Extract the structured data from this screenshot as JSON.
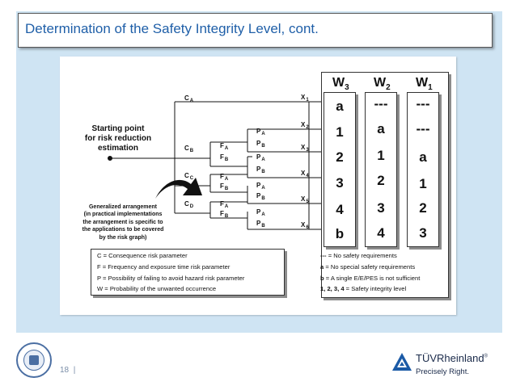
{
  "title": "Determination of the Safety Integrity Level, cont.",
  "diagram": {
    "start_label": [
      "Starting point",
      "for risk reduction",
      "estimation"
    ],
    "generalized_note": [
      "Generalized arrangement",
      "(in practical implementations",
      "the arrangement is specific to",
      "the applications to be covered",
      "by the risk graph)"
    ],
    "c_nodes": [
      {
        "main": "C",
        "sub": "A"
      },
      {
        "main": "C",
        "sub": "B"
      },
      {
        "main": "C",
        "sub": "C"
      },
      {
        "main": "C",
        "sub": "D"
      }
    ],
    "x_nodes": [
      {
        "main": "X",
        "sub": "1"
      },
      {
        "main": "X",
        "sub": "2"
      },
      {
        "main": "X",
        "sub": "3"
      },
      {
        "main": "X",
        "sub": "4"
      },
      {
        "main": "X",
        "sub": "5"
      },
      {
        "main": "X",
        "sub": "6"
      }
    ],
    "f_labels": {
      "main": "F",
      "a": "A",
      "b": "B"
    },
    "p_labels": {
      "main": "P",
      "a": "A",
      "b": "B"
    }
  },
  "table": {
    "headers": [
      {
        "main": "W",
        "sub": "3"
      },
      {
        "main": "W",
        "sub": "2"
      },
      {
        "main": "W",
        "sub": "1"
      }
    ],
    "rows": [
      [
        "a",
        "---",
        "---"
      ],
      [
        "1",
        "a",
        "---"
      ],
      [
        "2",
        "1",
        "a"
      ],
      [
        "3",
        "2",
        "1"
      ],
      [
        "4",
        "3",
        "2"
      ],
      [
        "b",
        "4",
        "3"
      ]
    ]
  },
  "legend_left": [
    "C  = Consequence risk parameter",
    "F  = Frequency and exposure time risk parameter",
    "P  = Possibility of failing to avoid hazard risk parameter",
    "W = Probability of the unwanted occurrence"
  ],
  "legend_right": [
    {
      "key": "---",
      "text": "  = No safety requirements"
    },
    {
      "key": "a",
      "text": "   = No special safety requirements"
    },
    {
      "key": "b",
      "text": "   = A single E/E/PES is not sufficient"
    },
    {
      "key": "1, 2, 3, 4",
      "text": " = Safety integrity level"
    }
  ],
  "footer": {
    "page": "18",
    "separator": "|",
    "brand": "TÜVRheinland",
    "reg": "®",
    "tagline": "Precisely Right."
  },
  "colors": {
    "accent": "#1f5fa8",
    "panel": "#cfe4f3",
    "brand_blue": "#1b5aa6"
  }
}
